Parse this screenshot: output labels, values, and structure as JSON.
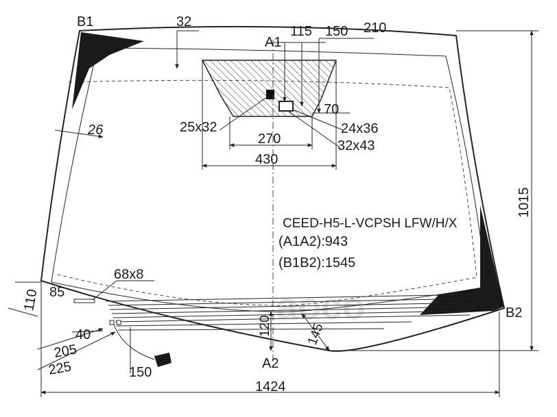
{
  "points": {
    "b1": "B1",
    "b2": "B2",
    "a1": "A1",
    "a2": "A2"
  },
  "dimensions": {
    "top_edge": "32",
    "d115": "115",
    "d150_top": "150",
    "d210": "210",
    "d26": "26",
    "d25x32": "25x32",
    "d70": "70",
    "d24x36": "24x36",
    "d270": "270",
    "d32x43": "32x43",
    "d430": "430",
    "d1015": "1015",
    "d68x8": "68x8",
    "d85": "85",
    "d110": "110",
    "d40": "40",
    "d205": "205",
    "d225": "225",
    "d150_bottom": "150",
    "d120": "120",
    "d145": "145",
    "d1424": "1424"
  },
  "info": {
    "code": "CEED-H5-L-VCPSH LFW/H/X",
    "a1a2": "(A1A2):943",
    "b1b2": "(B1B2):1545"
  },
  "watermark": "аосо",
  "colors": {
    "line": "#222222",
    "ceramic_band": "#1a1a1a",
    "watermark": "#e4e4e4"
  }
}
